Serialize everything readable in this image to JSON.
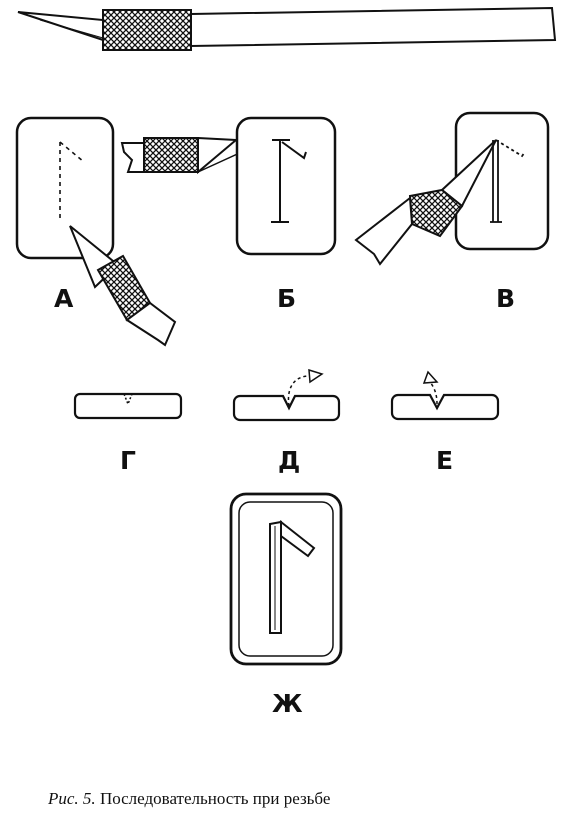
{
  "labels": {
    "a": "А",
    "b": "Б",
    "v": "В",
    "g": "Г",
    "d": "Д",
    "e": "Е",
    "zh": "Ж"
  },
  "caption": {
    "prefix": "Рис. 5.",
    "text": "Последовательность при резьбе"
  },
  "colors": {
    "ink": "#111111",
    "paper": "#ffffff"
  },
  "icons": [
    "craft-knife-icon",
    "rune-tile-icon",
    "carving-groove-icon"
  ]
}
